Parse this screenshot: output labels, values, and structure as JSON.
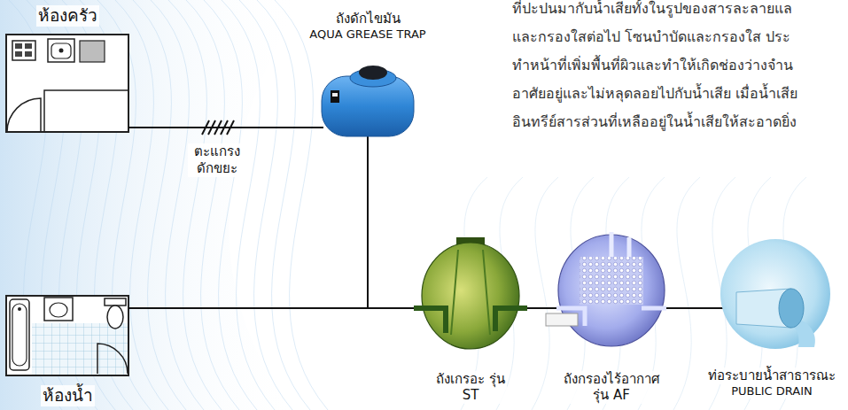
{
  "diagram": {
    "nodes": [
      {
        "text": [
          "ห้องครัว"
        ]
      },
      {
        "text": [
          "ถังดักไขมัน",
          "AQUA GREASE TRAP"
        ]
      },
      {
        "text": [
          "ห้องน้ำ"
        ]
      },
      {
        "text": [
          "ถังเกรอะ รุ่น ST"
        ]
      },
      {
        "text": [
          "ถังกรองไร้อากาศ รุ่น AF"
        ]
      },
      {
        "text": [
          "ท่อระบายน้ำสาธารณะ",
          "PUBLIC DRAIN"
        ]
      }
    ],
    "edges": [
      {
        "from": 0,
        "to": 1,
        "arrow": "none",
        "label": "ตะแกรง ดักขยะ"
      },
      {
        "from": 1,
        "to": 3,
        "arrow": "none"
      },
      {
        "from": 2,
        "to": 3,
        "arrow": "none"
      },
      {
        "from": 3,
        "to": 4,
        "arrow": "none"
      },
      {
        "from": 4,
        "to": 5,
        "arrow": "none"
      }
    ],
    "labels": [
      "ที่ปะปนมากับน้ำเสียทั้งในรูปของสารละลายแล",
      "และกรองใสต่อไป   โซนบำบัดและกรองใส ประ",
      "ทำหน้าที่เพิ่มพื้นที่ผิวและทำให้เกิดช่องว่างจำน",
      "อาศัยอยู่และไม่หลุดลอยไปกับน้ำเสีย เมื่อน้ำเสีย",
      "อินทรีย์สารส่วนที่เหลืออยู่ในน้ำเสียให้สะอาดยิ่ง"
    ]
  }
}
